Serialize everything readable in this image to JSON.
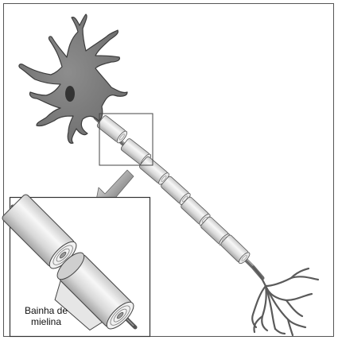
{
  "caption": {
    "line1": "Bainha de",
    "line2": "mielina"
  },
  "colors": {
    "neuron_body": "#7f7f7f",
    "neuron_edge": "#3c3c3c",
    "nucleus": "#333333",
    "myelin_light": "#f4f4f4",
    "myelin_mid": "#d6d6d6",
    "myelin_dark": "#a8a8a8",
    "zoom_arrow": "#6a6a6a",
    "frame": "#555555"
  },
  "icons": {
    "pointer": "gradient-arrow"
  }
}
